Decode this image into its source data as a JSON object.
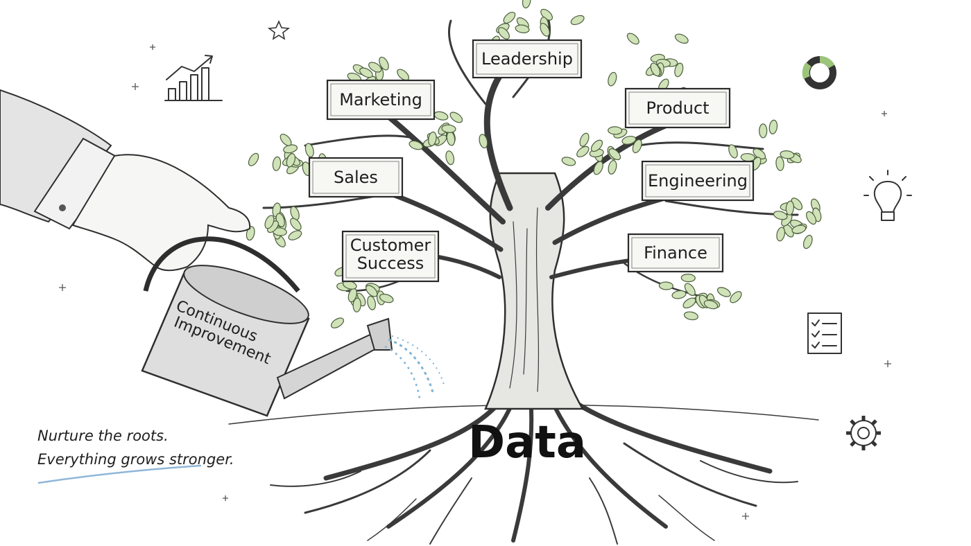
{
  "labels": {
    "leadership": "Leadership",
    "marketing": "Marketing",
    "product": "Product",
    "sales": "Sales",
    "engineering": "Engineering",
    "customer_success_line1": "Customer",
    "customer_success_line2": "Success",
    "finance": "Finance",
    "roots": "Data",
    "can_line1": "Continuous",
    "can_line2": "Improvement"
  },
  "caption": {
    "line1": "Nurture the roots.",
    "line2": "Everything grows stronger."
  },
  "colors": {
    "ink": "#2a2a2a",
    "leaf_fill": "#cfe2b8",
    "water": "#7fb3d5",
    "underline": "#8fb6d9",
    "donut_accent": "#9cc47a"
  },
  "icons": [
    "rising-bar-chart-icon",
    "star-icon",
    "donut-chart-icon",
    "lightbulb-icon",
    "checklist-icon",
    "gear-icon",
    "hand-icon",
    "watering-can-icon"
  ]
}
